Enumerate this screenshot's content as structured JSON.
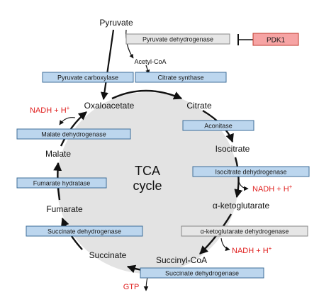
{
  "diagram": {
    "center_label": {
      "line1": "TCA",
      "line2": "cycle"
    },
    "inhibitor": "PDK1",
    "colors": {
      "enzyme_fill": "#bcd6ee",
      "enzyme_stroke": "#3f6f99",
      "gray_fill": "#e6e6e6",
      "gray_stroke": "#888888",
      "inhibitor_fill": "#f6a4a4",
      "inhibitor_stroke": "#c0392b",
      "cycle_fill": "#e3e3e3",
      "product_color": "#e0201f"
    },
    "metabolites": {
      "pyruvate": "Pyruvate",
      "acetyl_coa": "Acetyl-CoA",
      "oxaloacetate": "Oxaloacetate",
      "citrate": "Citrate",
      "isocitrate": "Isocitrate",
      "alpha_ketoglutarate": "α-ketoglutarate",
      "succinyl_coa": "Succinyl-CoA",
      "succinate": "Succinate",
      "fumarate": "Fumarate",
      "malate": "Malate"
    },
    "enzymes": {
      "pyruvate_dehydrogenase": "Pyruvate dehydrogenase",
      "pyruvate_carboxylase": "Pyruvate carboxylase",
      "citrate_synthase": "Citrate synthase",
      "aconitase": "Aconitase",
      "isocitrate_dehydrogenase": "Isocitrate dehydrogenase",
      "akg_dehydrogenase": "α-ketoglutarate dehydrogenase",
      "succinyl_coa_enzyme": "Succinate dehydrogenase",
      "succinate_dehydrogenase": "Succinate dehydrogenase",
      "fumarate_hydratase": "Fumarate hydratase",
      "malate_dehydrogenase": "Malate dehydrogenase"
    },
    "products": {
      "nadh_1": "NADH + H",
      "nadh_1_sup": "+",
      "nadh_2": "NADH + H",
      "nadh_2_sup": "+",
      "nadh_3": "NADH + H",
      "nadh_3_sup": "+",
      "gtp": "GTP"
    }
  }
}
